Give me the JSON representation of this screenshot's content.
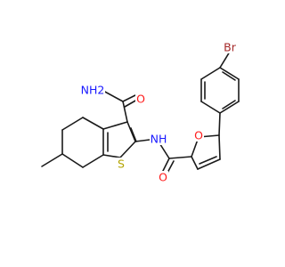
{
  "molecule": {
    "atoms": {
      "amide_o": {
        "text": "O",
        "color": "#ff1a1a"
      },
      "nh2": {
        "text": "NH2",
        "color": "#1a1aff"
      },
      "thio_s": {
        "text": "S",
        "color": "#b3a400"
      },
      "amide_nh": {
        "text": "NH",
        "color": "#1a1aff"
      },
      "furan_o": {
        "text": "O",
        "color": "#ff1a1a"
      },
      "carbonyl_o": {
        "text": "O",
        "color": "#ff1a1a"
      },
      "br": {
        "text": "Br",
        "color": "#a52a2a"
      }
    },
    "bond_color": "#1a1a1a"
  }
}
